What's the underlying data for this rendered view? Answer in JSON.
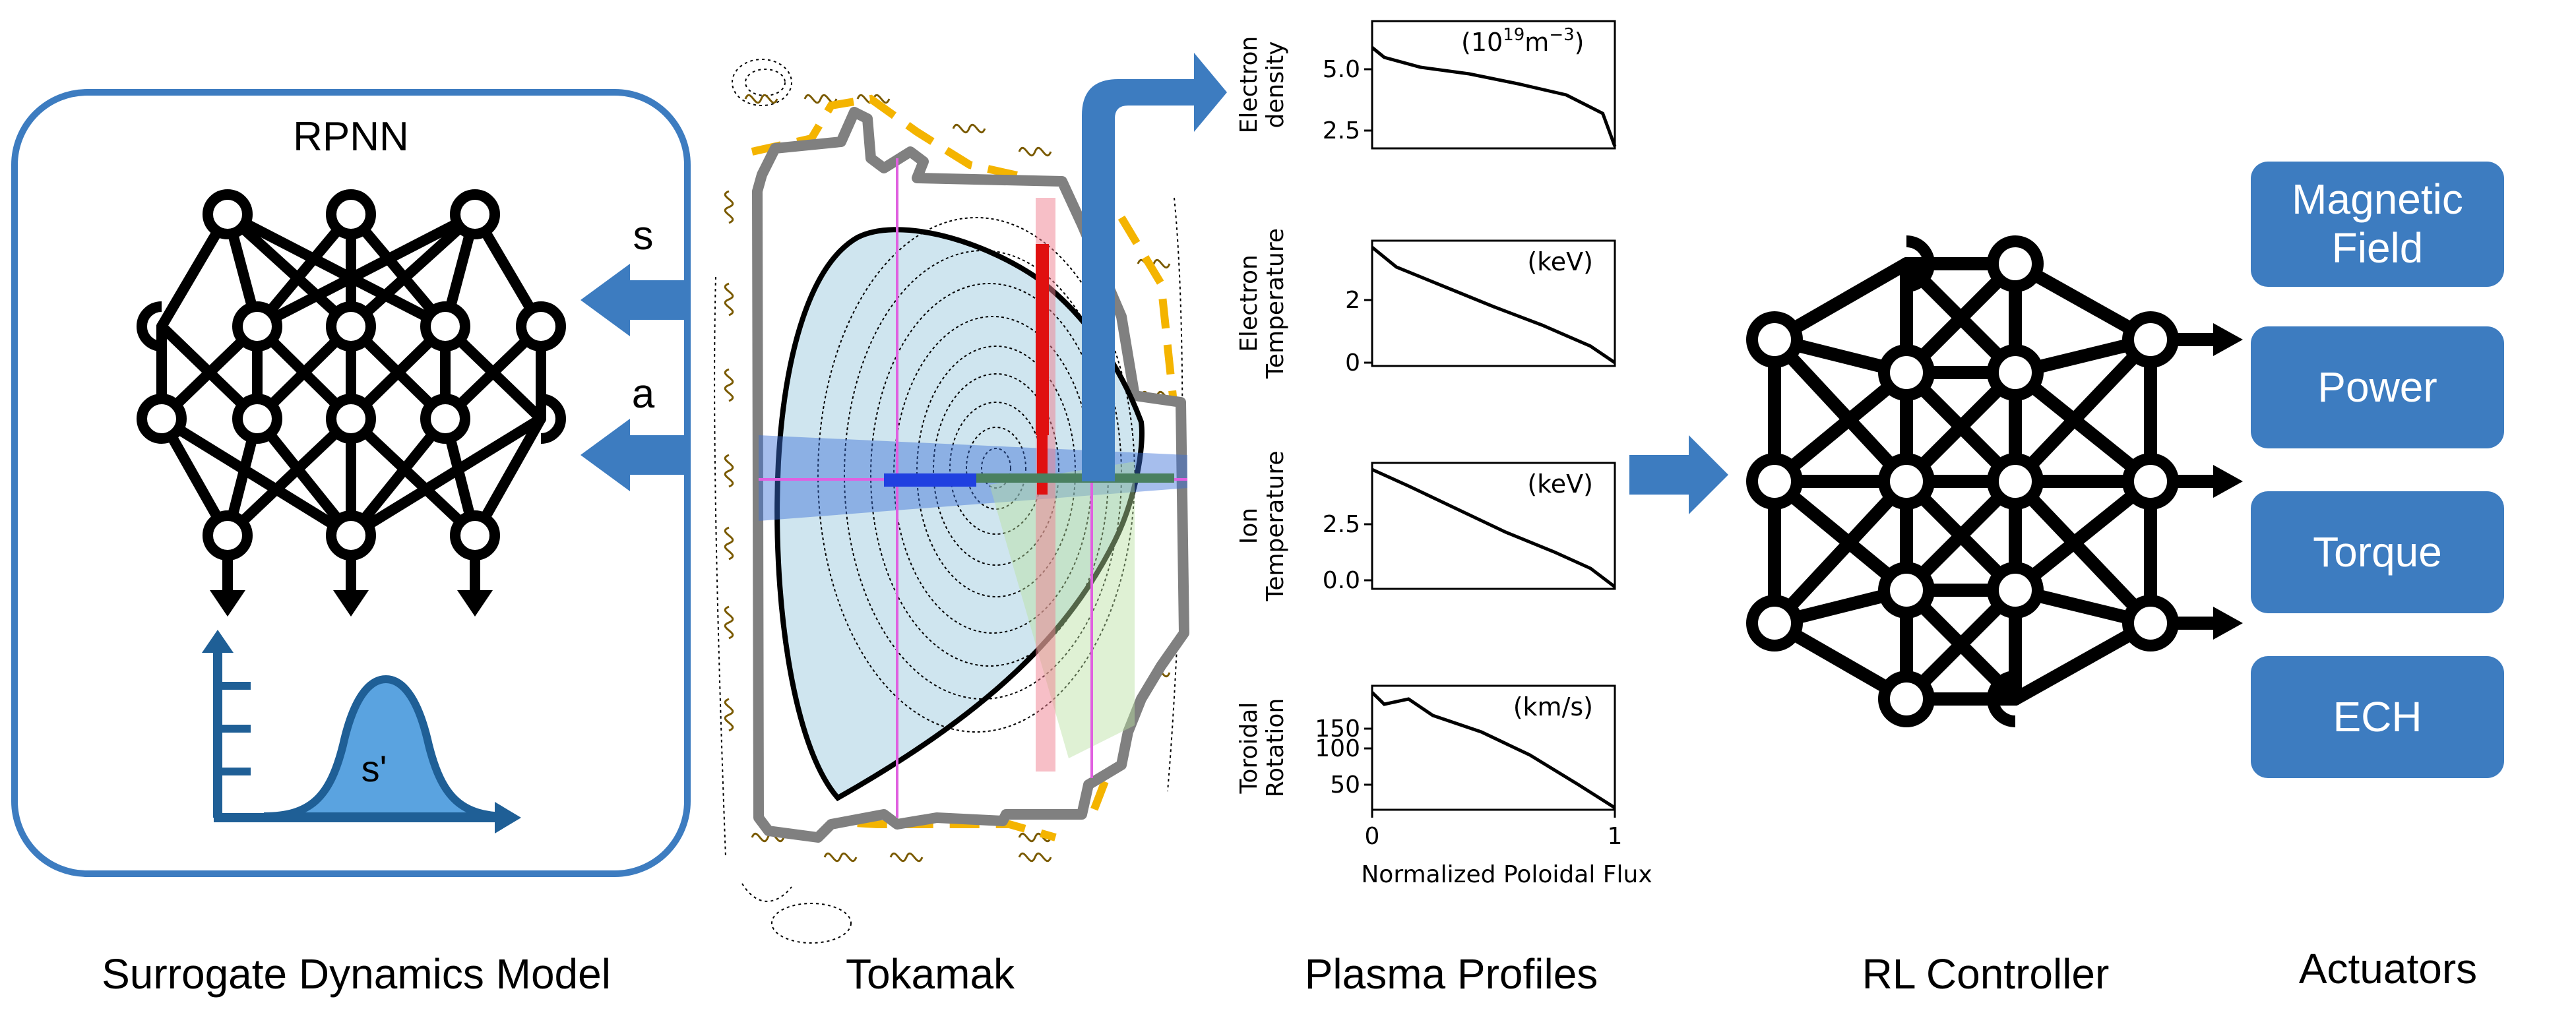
{
  "captions": {
    "surrogate": "Surrogate Dynamics Model",
    "tokamak": "Tokamak",
    "profiles": "Plasma Profiles",
    "rl": "RL Controller",
    "actuators": "Actuators"
  },
  "surrogate_box": {
    "title": "RPNN",
    "input_s": "s",
    "input_a": "a",
    "output_label": "s'"
  },
  "actuators": [
    "Magnetic Field",
    "Power",
    "Torque",
    "ECH"
  ],
  "plasma_profiles": {
    "xlabel": "Normalized Poloidal Flux",
    "x_ticks": [
      "0",
      "1"
    ],
    "panels": [
      {
        "ylabel": [
          "Electron",
          "density"
        ],
        "unit_base": "(10",
        "unit_exp": "19",
        "unit_mid": "m",
        "unit_exp2": "−3",
        "unit_end": ")",
        "ticks": [
          "5.0",
          "2.5"
        ]
      },
      {
        "ylabel": [
          "Electron",
          "Temperature"
        ],
        "unit": "(keV)",
        "ticks": [
          "2",
          "0"
        ]
      },
      {
        "ylabel": [
          "Ion",
          "Temperature"
        ],
        "unit": "(keV)",
        "ticks": [
          "2.5",
          "0.0"
        ]
      },
      {
        "ylabel": [
          "Toroidal",
          "Rotation"
        ],
        "unit": "(km/s)",
        "ticks": [
          "150",
          "100",
          "50"
        ]
      }
    ]
  },
  "colors": {
    "accent_blue": "#3d7cc0",
    "box_border": "#3d7cc0",
    "gaussian_fill": "#5aa3e0",
    "gaussian_edge": "#1f5f96",
    "vessel_gray": "#808080",
    "coil_yellow": "#f4b400",
    "plasma_fill": "#cfe5ef"
  }
}
